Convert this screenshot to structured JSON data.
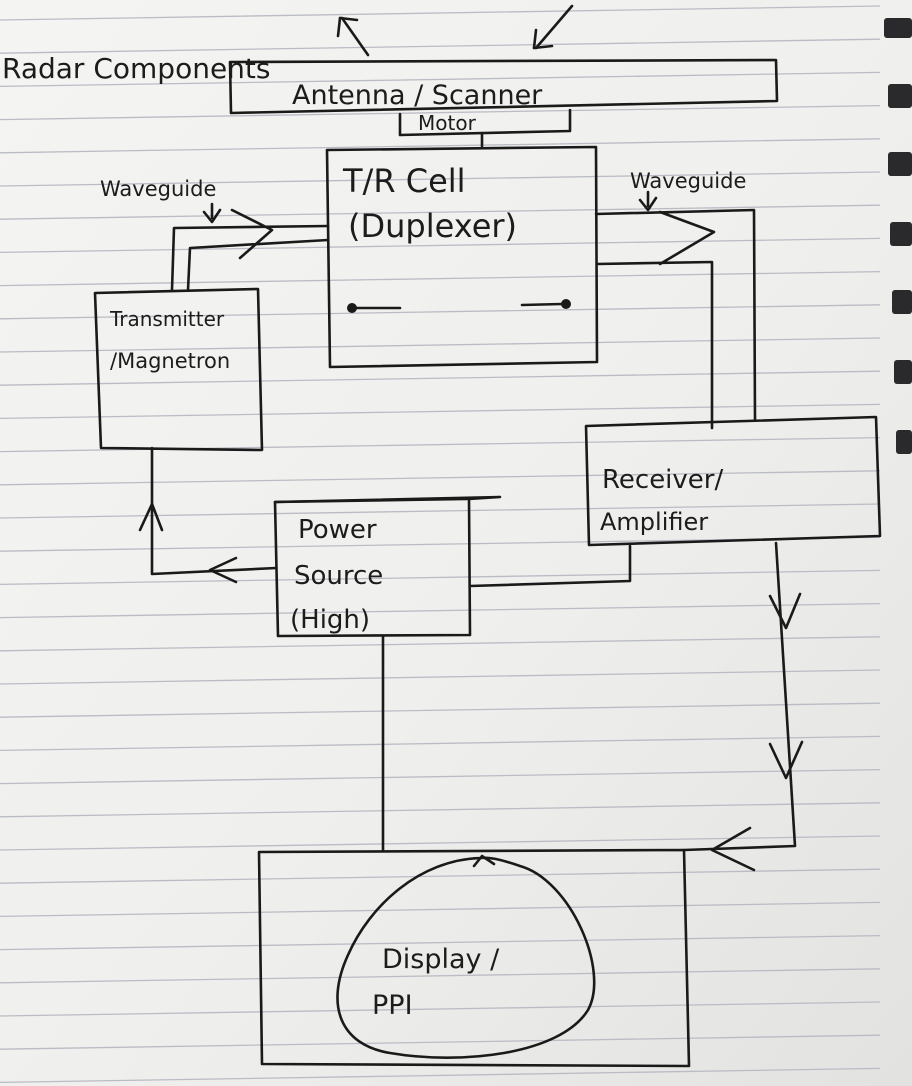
{
  "title": "Radar Components",
  "components": {
    "antenna": "Antenna / Scanner",
    "motor": "Motor",
    "tr_cell_line1": "T/R Cell",
    "tr_cell_line2": "(Duplexer)",
    "transmitter_line1": "Transmitter",
    "transmitter_line2": "/Magnetron",
    "receiver_line1": "Receiver/",
    "receiver_line2": "Amplifier",
    "power_line1": "Power",
    "power_line2": "Source",
    "power_line3": "(High)",
    "display_line1": "Display /",
    "display_line2": "PPI"
  },
  "labels": {
    "waveguide_left": "Waveguide",
    "waveguide_right": "Waveguide"
  },
  "colors": {
    "paper": "#f3f3f1",
    "rule": "#b9bcc4",
    "ink": "#1a1a1a"
  }
}
